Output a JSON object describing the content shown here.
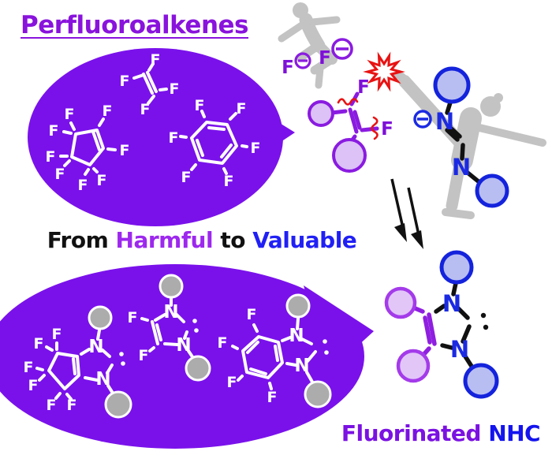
{
  "title": "Perfluoroalkenes",
  "tagline": {
    "from": "From",
    "harmful": "Harmful",
    "to": "to",
    "valuable": "Valuable"
  },
  "product_label": {
    "fluorinated": "Fluorinated",
    "nhc": "NHC"
  },
  "atoms": {
    "fluorine": "F",
    "nitrogen": "N"
  },
  "charge_symbol": "⊖",
  "colors": {
    "bubble_purple": "#7A11EB",
    "title_purple": "#8913DC",
    "harmful_purple": "#9D28EE",
    "valuable_blue": "#2020F5",
    "nhc_blue": "#1414EE",
    "structure_blue": "#1B2AE2",
    "structure_purple": "#8A1BE0",
    "red_accent": "#E81313",
    "silhouette_gray": "#C3C3C3",
    "substituent_gray": "#ACACAC",
    "structure_white": "#FFFFFF"
  }
}
